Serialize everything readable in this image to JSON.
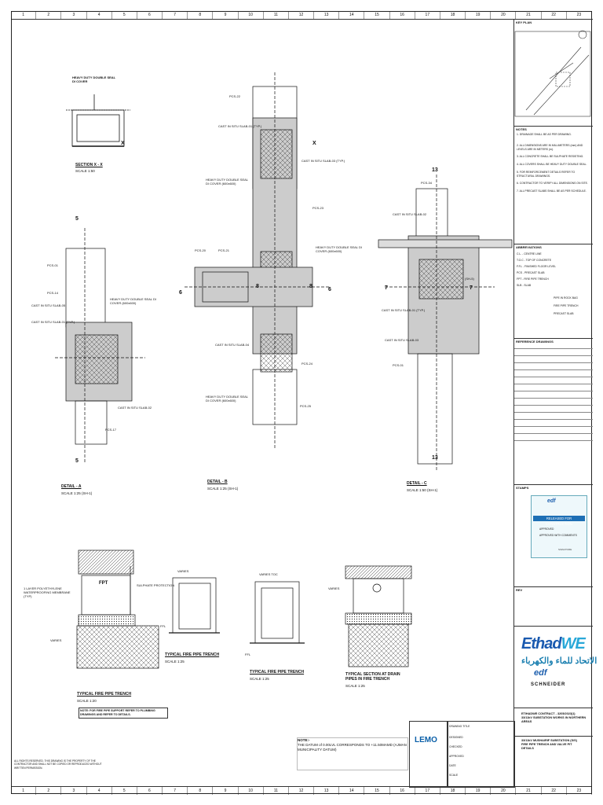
{
  "rulers": {
    "columns": [
      "1",
      "2",
      "3",
      "4",
      "5",
      "6",
      "7",
      "8",
      "9",
      "10",
      "11",
      "12",
      "13",
      "14",
      "15",
      "16",
      "17",
      "18",
      "19",
      "20",
      "21",
      "22",
      "23"
    ]
  },
  "drawings": {
    "section_xx": {
      "caption": "SECTION X - X",
      "scale": "SCALE 1:50",
      "labels": [
        "HEAVY DUTY DOUBLE SEAL DI COVER"
      ]
    },
    "detail_a": {
      "caption": "DETAIL - A",
      "scale": "SCALE 1:25 (SH-1)",
      "labels": [
        "PCS-01",
        "PCS-14",
        "CAST IN SITU SLAB-05",
        "CAST IN SITU SLAB-01 (TYP.)",
        "HEAVY DUTY DOUBLE SEAL DI COVER (600x600)",
        "CAST IN SITU SLAB-02",
        "PCS-17"
      ]
    },
    "detail_b": {
      "caption": "DETAIL - B",
      "scale": "SCALE 1:25 (SH-1)",
      "labels": [
        "PCS-22",
        "CAST IN SITU SLAB-01 (TYP.)",
        "HEAVY DUTY DOUBLE SEAL DI COVER (600x600)",
        "CAST IN SITU SLAB-03 (TYP.)",
        "PCS-23",
        "PCS-20",
        "PCS-21",
        "HEAVY DUTY DOUBLE SEAL DI COVER (600x600)",
        "CAST IN SITU SLAB-04",
        "PCS-24",
        "HEAVY DUTY DOUBLE SEAL DI COVER (600x600)",
        "PCS-25"
      ]
    },
    "detail_c": {
      "caption": "DETAIL - C",
      "scale": "SCALE 1:50 (SH-1)",
      "labels": [
        "PCS-34",
        "CAST IN SITU SLAB-02",
        "CAST IN SITU SLAB-01 (TYP.)",
        "CAST IN SITU SLAB-03",
        "PCS-01",
        "(SH-5)"
      ]
    },
    "fire_trench_1": {
      "caption": "TYPICAL FIRE PIPE TRENCH",
      "scale": "SCALE 1:20",
      "labels": [
        "1 LAYER POLYETHYLENE WATERPROOFING MEMBRANE (TYP)",
        "SULPHATE PROTECTION",
        "FPT",
        "VARIES"
      ]
    },
    "fire_trench_2": {
      "caption": "TYPICAL FIRE PIPE TRENCH",
      "scale": "SCALE 1:25",
      "labels": [
        "VARIES",
        "FFL"
      ]
    },
    "fire_trench_3": {
      "caption": "TYPICAL FIRE PIPE TRENCH",
      "scale": "SCALE 1:25",
      "labels": [
        "VARIES TOC",
        "FFL"
      ]
    },
    "drain_section": {
      "caption": "TYPICAL SECTION AT DRAIN PIPES IN FIRE TRENCH",
      "scale": "SCALE 1:25",
      "labels": [
        "VARIES"
      ]
    },
    "section_markers": [
      "X",
      "X",
      "5",
      "5",
      "6",
      "6",
      "7",
      "7",
      "8",
      "8",
      "13",
      "13"
    ]
  },
  "note": {
    "title": "NOTE:-",
    "text": "THE DATUM of 0.00LVL CORRESPONDS TO +11.50MAMD (AJMAN MUNICIPALITY DATUM)"
  },
  "title_block": {
    "key_plan": "KEY PLAN",
    "notes_label": "NOTES",
    "notes": [
      "1. DRAINAGE SHALL BE AS PER DRAWING.",
      "2. ALL DIMENSIONS ARE IN MILLIMETERS (mm) AND LEVELS ARE IN METERS (m).",
      "3. ALL CONCRETE SHALL BE SULPHATE RESISTING.",
      "4. ALL COVERS SHALL BE HEAVY DUTY DOUBLE SEAL.",
      "5. FOR REINFORCEMENT DETAILS REFER TO STRUCTURAL DRAWINGS.",
      "6. CONTRACTOR TO VERIFY ALL DIMENSIONS ON SITE.",
      "7. ALL PRECAST SLABS SHALL BE AS PER SCHEDULE."
    ],
    "abbreviations_label": "ABBREVIATIONS",
    "abbreviations": [
      "C.L. - CENTRE LINE",
      "T.O.C - TOP OF CONCRETE",
      "F.F.L - FINISHED FLOOR LEVEL",
      "PCS - PRECAST SLAB",
      "FPT - FIRE PIPE TRENCH",
      "SLB - SLAB"
    ],
    "legend": [
      "PIPE IN ROCK BAG",
      "FIRE PIPE TRENCH",
      "PRECAST SLAB"
    ],
    "reference_label": "REFERENCE DRAWINGS",
    "stamps_label": "STAMPS",
    "revision_label": "REV"
  },
  "stamp": {
    "brand": "edf",
    "released": "RELEASED FOR CONSTRUCTION",
    "approved": "APPROVED",
    "approved_with_comments": "APPROVED WITH COMMENTS",
    "signature": "SIGNATURE"
  },
  "client": {
    "name": "Ethad",
    "name_suffix": "WE",
    "arabic_line": "الاتحاد للماء والكهرباء",
    "consultant": "edf",
    "contractor": "SCHNEIDER"
  },
  "contract": {
    "line1": "ETIHADWE CONTRACT - 3205/2023(1)",
    "line2": "33/11kV SUBSTATION WORKS IN NORTHERN AREAS"
  },
  "drawing_title": {
    "line1": "33/11kV MUSHAIRIF SUBSTATION (S/S)",
    "line2": "FIRE PIPE TRENCH AND VALVE PIT",
    "line3": "DETAILS"
  },
  "consultant_block": {
    "name": "LEMO",
    "rows": [
      "DRAWING TITLE",
      "DESIGNED",
      "CHECKED",
      "APPROVED",
      "DATE",
      "SCALE"
    ]
  },
  "legal_text": "ALL RIGHTS RESERVED. THIS DRAWING IS THE PROPERTY OF THE CONTRACTOR AND SHALL NOT BE COPIED OR REPRODUCED WITHOUT WRITTEN PERMISSION.",
  "fire_pipe_note": "NOTE: FOR FIRE PIPE SUPPORT REFER TO PLUMBING DRAWINGS AND REFER TO DETAILS."
}
